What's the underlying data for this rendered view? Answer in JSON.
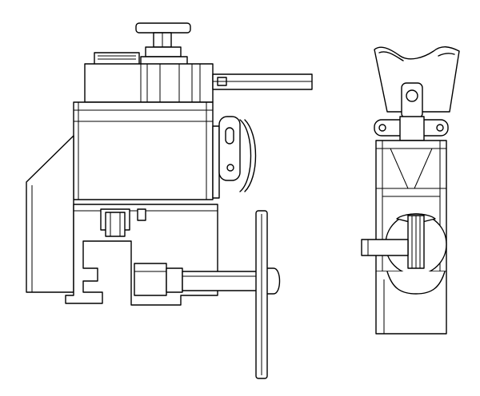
{
  "figure": {
    "kind": "technical line drawing",
    "views": [
      "front-view",
      "side-view"
    ],
    "colors": {
      "line": "#000000",
      "background": "#ffffff"
    }
  }
}
